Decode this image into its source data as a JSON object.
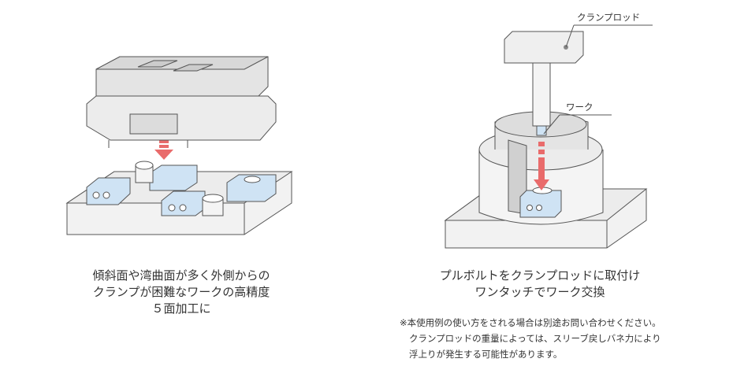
{
  "left": {
    "caption_lines": [
      "傾斜面や湾曲面が多く外側からの",
      "クランプが困難なワークの高精度",
      "５面加工に"
    ]
  },
  "right": {
    "labels": {
      "rod": "クランプロッド",
      "work": "ワーク"
    },
    "caption_lines": [
      "プルボルトをクランプロッドに取付け",
      "ワンタッチでワーク交換"
    ],
    "note_lines": [
      "※本使用例の使い方をされる場合は別途お問い合わせください。",
      "クランプロッドの重量によっては、スリーブ戻しバネ力により",
      "浮上りが発生する可能性があります。"
    ]
  },
  "colors": {
    "accent_arrow": "#e96b6b",
    "clamp_blue": "#cfe3f4",
    "line": "#555555"
  }
}
